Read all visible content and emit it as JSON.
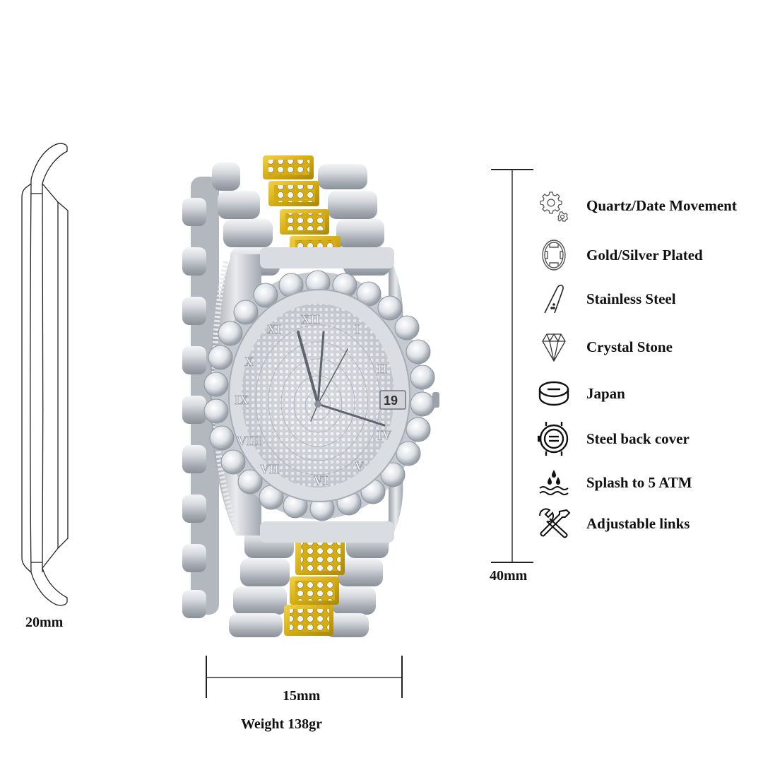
{
  "product": {
    "type": "two-tone iced-out watch",
    "date_window": "19",
    "colors": {
      "gold": "#D9B21E",
      "gold_dark": "#A8860C",
      "silver": "#C9CDD3",
      "silver_dark": "#8E949C",
      "silver_light": "#EEF0F3",
      "line": "#222222"
    }
  },
  "dimensions": {
    "side_thickness": "20mm",
    "case_height": "40mm",
    "band_width": "15mm",
    "weight": "Weight 138gr"
  },
  "features": [
    {
      "icon": "gears-icon",
      "label": "Quartz/Date Movement"
    },
    {
      "icon": "plated-ring-icon",
      "label": "Gold/Silver Plated"
    },
    {
      "icon": "steel-strip-icon",
      "label": "Stainless Steel"
    },
    {
      "icon": "diamond-icon",
      "label": "Crystal Stone"
    },
    {
      "icon": "battery-disc-icon",
      "label": "Japan"
    },
    {
      "icon": "watch-back-icon",
      "label": "Steel back cover"
    },
    {
      "icon": "water-drops-icon",
      "label": "Splash to 5 ATM"
    },
    {
      "icon": "tools-icon",
      "label": "Adjustable links"
    }
  ]
}
